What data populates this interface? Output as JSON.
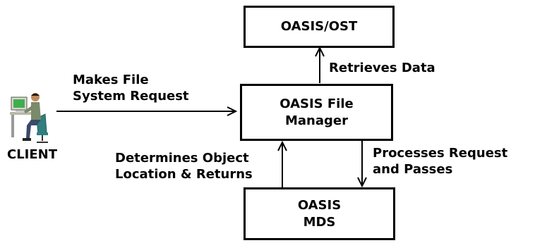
{
  "nodes": {
    "ost": {
      "lines": [
        "OASIS/OST"
      ]
    },
    "file_manager": {
      "lines": [
        "OASIS File",
        "Manager"
      ]
    },
    "mds": {
      "lines": [
        "OASIS",
        "MDS"
      ]
    },
    "client": {
      "label": "CLIENT"
    }
  },
  "edges": {
    "client_to_manager": {
      "lines": [
        "Makes File",
        "System Request"
      ]
    },
    "manager_to_ost": {
      "lines": [
        "Retrieves Data"
      ]
    },
    "manager_to_mds": {
      "lines": [
        "Processes Request",
        "and Passes"
      ]
    },
    "mds_to_manager": {
      "lines": [
        "Determines Object",
        "Location & Returns"
      ]
    }
  },
  "colors": {
    "line": "#000000",
    "background": "#ffffff",
    "client_shirt": "#7a8a6a",
    "client_pants": "#3a4a6a",
    "chair": "#2f7f7f",
    "monitor_screen": "#3fae4f"
  },
  "icons": {
    "client": "person-at-computer-icon"
  }
}
